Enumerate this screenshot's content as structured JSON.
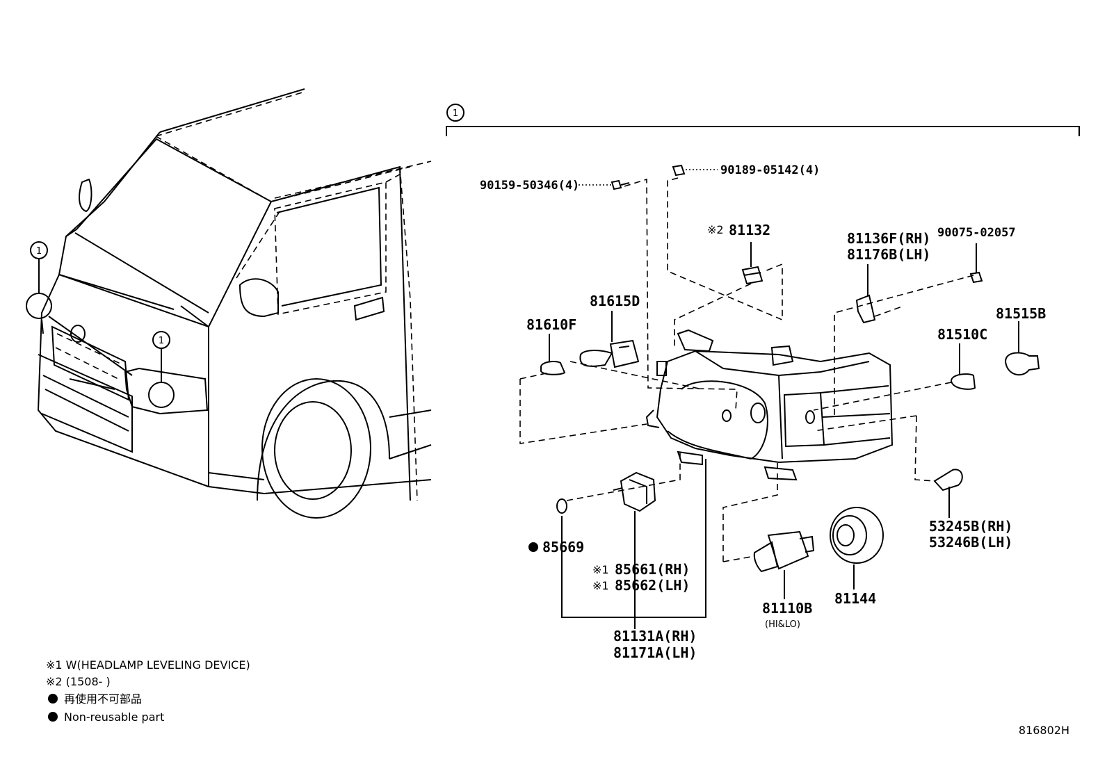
{
  "figure_id": "816802H",
  "section_label": "1",
  "callouts": {
    "c1": "1",
    "c2": "1",
    "group": "1"
  },
  "parts": {
    "p90159": "90159-50346(4)",
    "p90189": "90189-05142(4)",
    "p81132_mark": "※2",
    "p81132": "81132",
    "p81136": "81136F(RH)",
    "p81176": "81176B(LH)",
    "p90075": "90075-02057",
    "p81615": "81615D",
    "p81610": "81610F",
    "p81515": "81515B",
    "p81510": "81510C",
    "p85669": "85669",
    "p85661_mark": "※1",
    "p85661": "85661(RH)",
    "p85662_mark": "※1",
    "p85662": "85662(LH)",
    "p53245": "53245B(RH)",
    "p53246": "53246B(LH)",
    "p81110": "81110B",
    "p81110_sub": "(HI&LO)",
    "p81144": "81144",
    "p81131": "81131A(RH)",
    "p81171": "81171A(LH)"
  },
  "notes": {
    "n1": "※1 W(HEADLAMP LEVELING DEVICE)",
    "n2": "※2 (1508-        )",
    "n3": "再使用不可部品",
    "n4": "Non-reusable part"
  }
}
